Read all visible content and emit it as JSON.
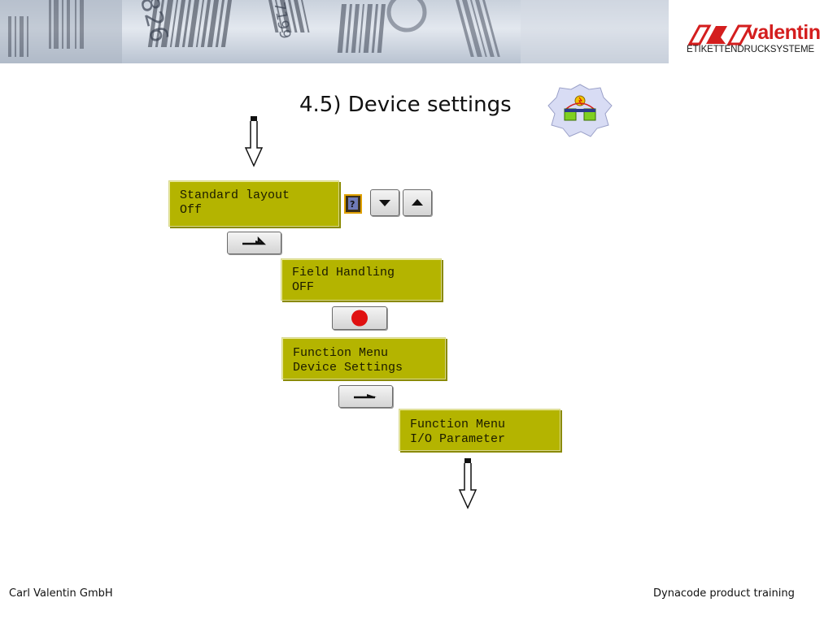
{
  "header": {
    "logo_word": "valentin",
    "logo_subtitle": "ETIKETTENDRUCKSYSTEME",
    "banner_numbers": [
      "826",
      "7199"
    ]
  },
  "slide": {
    "title": "4.5) Device settings"
  },
  "displays": [
    {
      "line1": "Standard layout",
      "line2": "Off"
    },
    {
      "line1": "Field Handling",
      "line2": "OFF"
    },
    {
      "line1": "Function Menu",
      "line2": "Device Settings"
    },
    {
      "line1": "Function Menu",
      "line2": "I/O Parameter"
    }
  ],
  "icons": {
    "help": "help-icon",
    "down": "arrow-down-icon",
    "up": "arrow-up-icon",
    "enter": "enter-icon",
    "stop": "stop-icon",
    "flow": "flow-arrow-icon",
    "settings": "device-settings-icon"
  },
  "colors": {
    "lcd": "#b4b400",
    "brand_red": "#d41e1e",
    "stop_red": "#e01010"
  },
  "footer": {
    "left": "Carl Valentin GmbH",
    "right": "Dynacode product training"
  }
}
